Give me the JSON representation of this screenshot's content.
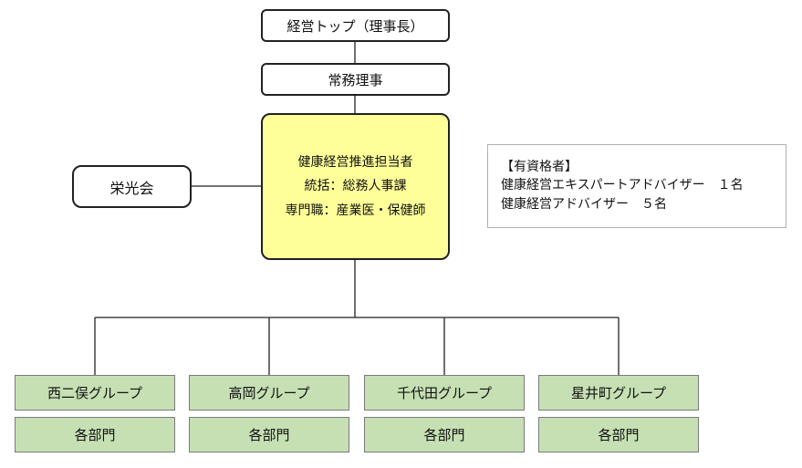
{
  "top": {
    "label": "経営トップ（理事長）"
  },
  "director": {
    "label": "常務理事"
  },
  "center": {
    "line1": "健康経営推進担当者",
    "line2": "統括：総務人事課",
    "line3": "専門職：産業医・保健師"
  },
  "side": {
    "label": "栄光会"
  },
  "qualified": {
    "title": "【有資格者】",
    "row1": "健康経営エキスパートアドバイザー　１名",
    "row2": "健康経営アドバイザー　５名"
  },
  "groups": [
    {
      "name": "西二俣グループ",
      "dept": "各部門"
    },
    {
      "name": "高岡グループ",
      "dept": "各部門"
    },
    {
      "name": "千代田グループ",
      "dept": "各部門"
    },
    {
      "name": "星井町グループ",
      "dept": "各部門"
    }
  ]
}
